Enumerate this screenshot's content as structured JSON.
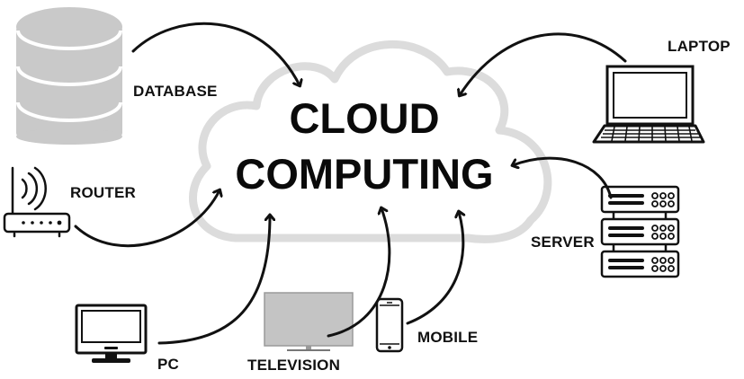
{
  "title": {
    "line1": "CLOUD",
    "line2": "COMPUTING"
  },
  "devices": {
    "database": "DATABASE",
    "router": "ROUTER",
    "laptop": "LAPTOP",
    "server": "SERVER",
    "pc": "PC",
    "television": "TELEVISION",
    "mobile": "MOBILE"
  },
  "icons": [
    "cloud-icon",
    "database-icon",
    "router-icon",
    "laptop-icon",
    "server-icon",
    "pc-monitor-icon",
    "television-icon",
    "mobile-phone-icon"
  ],
  "colors": {
    "cloud_outline": "#dcdcdc",
    "database_fill": "#c9c9c9",
    "tv_screen": "#c4c4c4",
    "ink": "#111111"
  }
}
